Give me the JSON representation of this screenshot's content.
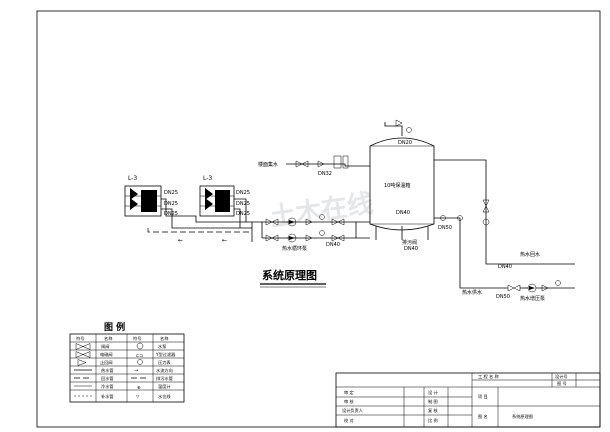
{
  "diagram_title": "系统原理图",
  "units": [
    {
      "label": "L-3",
      "pipe_top": "DN25",
      "pipe_mid": "DN25",
      "pipe_bot": "DN25"
    },
    {
      "label": "L-3",
      "pipe_top": "DN25",
      "pipe_mid": "DN25",
      "pipe_bot": "DN25"
    }
  ],
  "tank": {
    "name": "10吨保温箱",
    "top_pipe": "DN20",
    "side_pipe": "DN40",
    "bottom_pipe": "DN40",
    "drain_label": "排污阀",
    "outlet_pipe": "DN50"
  },
  "labels": {
    "makeup_water": "楼面集水",
    "makeup_pipe": "DN32",
    "circulation_pump": "热水循环泵",
    "circulation_pipe": "DN40",
    "hot_water_return": "热水回水",
    "hot_water_return_pipe": "DN40",
    "hot_water_supply": "热水供水",
    "supply_pipe": "DN50",
    "booster_pump": "热水增压泵"
  },
  "legend": {
    "title": "图   例",
    "headers": [
      "符号",
      "名称",
      "符号",
      "名称"
    ],
    "rows": [
      [
        "闸阀",
        "水泵"
      ],
      [
        "电磁阀",
        "Y型过滤器"
      ],
      [
        "止回阀",
        "压力表"
      ],
      [
        "热水管",
        "水流方向"
      ],
      [
        "回水管",
        "排污水管"
      ],
      [
        "冷水管",
        "温度计"
      ],
      [
        "补水管",
        "水位线"
      ]
    ]
  },
  "title_block": {
    "project_name_label": "工 程 名 称",
    "design_no_label": "设计号",
    "drawing_no_label": "图 号",
    "project_label": "项 目",
    "drawing_name_label": "图 名",
    "drawing_name": "系统原理图",
    "row_labels": [
      [
        "审 定",
        "设 计"
      ],
      [
        "审 核",
        "制 图"
      ],
      [
        "设计负责人",
        "复 核"
      ],
      [
        "校 对",
        "比 例"
      ]
    ]
  },
  "watermark": "土木在线"
}
